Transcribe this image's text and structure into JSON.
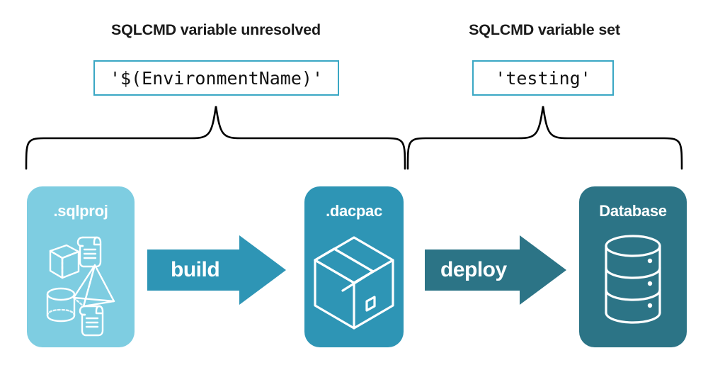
{
  "headings": {
    "left": "SQLCMD variable unresolved",
    "right": "SQLCMD variable set"
  },
  "code_values": {
    "left": "'$(EnvironmentName)'",
    "right": "'testing'"
  },
  "stages": [
    {
      "label": ".sqlproj",
      "icons": [
        "cube-icon",
        "pyramid-icon",
        "cylinder-icon",
        "script-scroll-icon",
        "script-scroll-icon"
      ]
    },
    {
      "label": ".dacpac",
      "icons": [
        "package-box-icon"
      ]
    },
    {
      "label": "Database",
      "icons": [
        "database-cylinder-icon"
      ]
    }
  ],
  "arrows": [
    {
      "label": "build"
    },
    {
      "label": "deploy"
    }
  ],
  "colors": {
    "sqlproj_box": "#7ecde1",
    "dacpac_box": "#2e95b5",
    "database_box": "#2c7486",
    "build_arrow": "#2e95b5",
    "deploy_arrow": "#2c7486",
    "code_box_border": "#3aa7c4",
    "heading_text": "#1a1a1a",
    "brace_stroke": "#000000",
    "background": "#ffffff"
  }
}
